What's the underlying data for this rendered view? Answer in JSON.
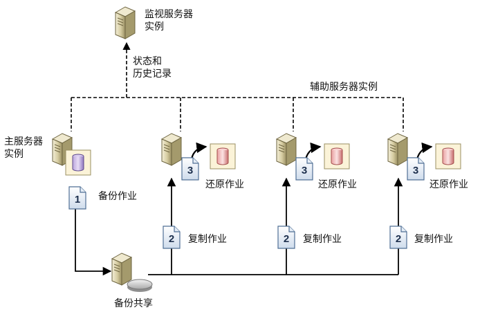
{
  "monitor_server": {
    "label": "监视服务器\n实例"
  },
  "status_history": {
    "label": "状态和\n历史记录"
  },
  "secondary_group": {
    "label": "辅助服务器实例"
  },
  "primary_server": {
    "label": "主服务器\n实例"
  },
  "backup_job": {
    "step": "1",
    "label": "备份作业"
  },
  "backup_share": {
    "label": "备份共享"
  },
  "secondaries": [
    {
      "copy_step": "2",
      "copy_label": "复制作业",
      "restore_step": "3",
      "restore_label": "还原作业"
    },
    {
      "copy_step": "2",
      "copy_label": "复制作业",
      "restore_step": "3",
      "restore_label": "还原作业"
    },
    {
      "copy_step": "2",
      "copy_label": "复制作业",
      "restore_step": "3",
      "restore_label": "还原作业"
    }
  ]
}
